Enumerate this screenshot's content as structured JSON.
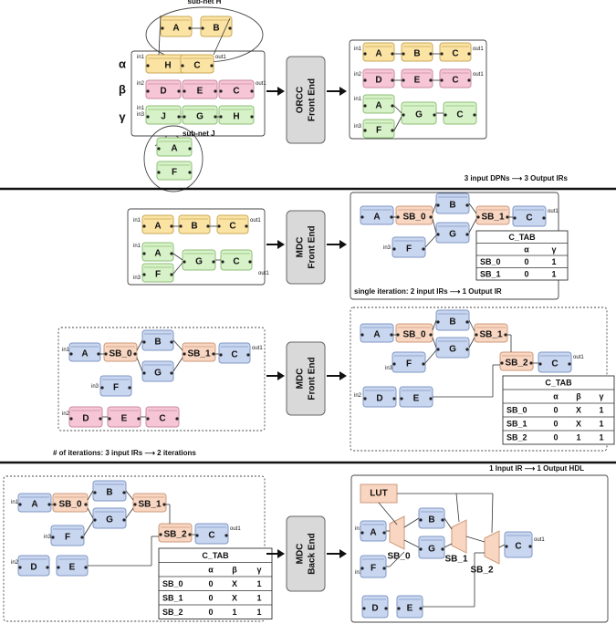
{
  "colors": {
    "yellow": "#fbe3a3",
    "yellow_edge": "#c9a85a",
    "pink": "#f6c6d6",
    "pink_edge": "#c98aa0",
    "green": "#d7f2c8",
    "green_edge": "#8fbf79",
    "blue": "#c9d6ef",
    "blue_edge": "#7f97c4",
    "orange": "#f9d6c1",
    "orange_edge": "#cc9a7c",
    "stage": "#d9d9d9"
  },
  "section1": {
    "subnet_h_label": "sub-net H",
    "subnet_j_label": "sub-net J",
    "rows": [
      "α",
      "β",
      "γ"
    ],
    "stage": [
      "ORCC",
      "Front End"
    ],
    "caption": "3 input DPNs ⟶ 3 Output IRs"
  },
  "section2": {
    "stage": [
      "MDC",
      "Front End"
    ],
    "caption": "single iteration: 2 input IRs ⟶ 1 Output IR"
  },
  "section3": {
    "stage": [
      "MDC",
      "Front End"
    ],
    "caption": "# of iterations: 3 input IRs ⟶ 2 iterations"
  },
  "section4": {
    "stage": [
      "MDC",
      "Back End"
    ],
    "caption": "1 Input IR ⟶ 1 Output HDL",
    "lut": "LUT"
  },
  "ctab_small": {
    "title": "C_TAB",
    "headers": [
      "",
      "α",
      "γ"
    ],
    "rows": [
      [
        "SB_0",
        "0",
        "1"
      ],
      [
        "SB_1",
        "0",
        "1"
      ]
    ]
  },
  "ctab_large": {
    "title": "C_TAB",
    "headers": [
      "",
      "α",
      "β",
      "γ"
    ],
    "rows": [
      [
        "SB_0",
        "0",
        "X",
        "1"
      ],
      [
        "SB_1",
        "0",
        "X",
        "1"
      ],
      [
        "SB_2",
        "0",
        "1",
        "1"
      ]
    ]
  },
  "labels": {
    "A": "A",
    "B": "B",
    "C": "C",
    "D": "D",
    "E": "E",
    "F": "F",
    "G": "G",
    "H": "H",
    "J": "J",
    "SB_0": "SB_0",
    "SB_1": "SB_1",
    "SB_2": "SB_2",
    "in1": "in1",
    "in2": "in2",
    "in3": "in3",
    "out1": "out1"
  }
}
